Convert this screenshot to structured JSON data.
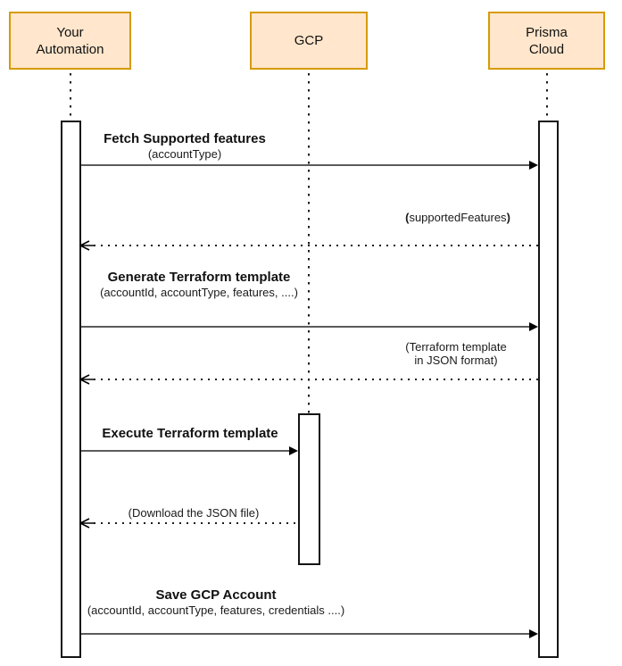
{
  "colors": {
    "actor_fill": "#ffe6cc",
    "actor_border": "#d79b00",
    "arrow_line": "#5b5b5b",
    "arrowhead": "#000000",
    "text": "#111111"
  },
  "actors": [
    {
      "id": "your-automation",
      "label": "Your\nAutomation"
    },
    {
      "id": "gcp",
      "label": "GCP"
    },
    {
      "id": "prisma-cloud",
      "label": "Prisma\nCloud"
    }
  ],
  "messages": [
    {
      "title": "Fetch Supported features",
      "params": "(accountType)",
      "from": "your-automation",
      "to": "prisma-cloud",
      "style": "solid"
    },
    {
      "params_open": "(",
      "params_text": "supportedFeatures",
      "params_close": ")",
      "from": "prisma-cloud",
      "to": "your-automation",
      "style": "dotted"
    },
    {
      "title": "Generate Terraform template",
      "params": "(accountId, accountType, features, ....)",
      "from": "your-automation",
      "to": "prisma-cloud",
      "style": "solid"
    },
    {
      "params": "(Terraform template\nin JSON format)",
      "from": "prisma-cloud",
      "to": "your-automation",
      "style": "dotted"
    },
    {
      "title": "Execute Terraform template",
      "from": "your-automation",
      "to": "gcp",
      "style": "solid"
    },
    {
      "params": "(Download the JSON file)",
      "from": "gcp",
      "to": "your-automation",
      "style": "dotted"
    },
    {
      "title": "Save GCP Account",
      "params": "(accountId, accountType, features, credentials ....)",
      "from": "your-automation",
      "to": "prisma-cloud",
      "style": "solid"
    }
  ]
}
